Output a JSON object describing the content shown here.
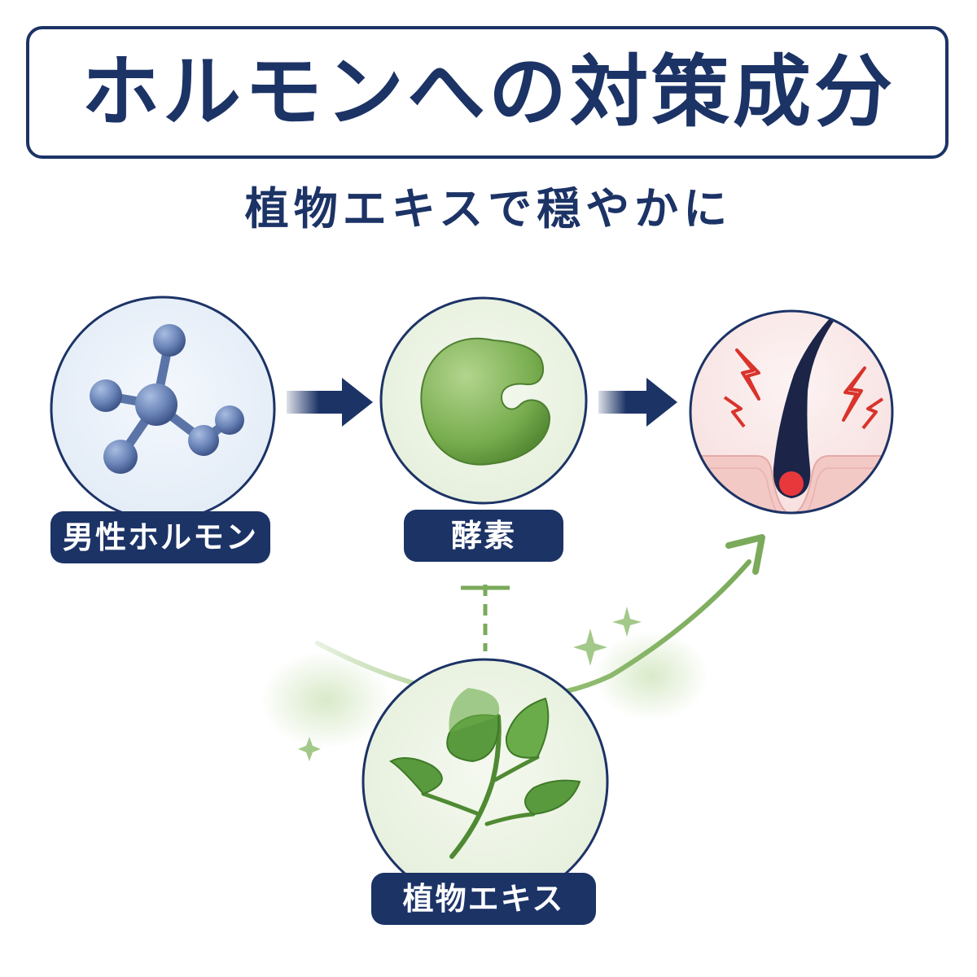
{
  "title": "ホルモンへの対策成分",
  "subtitle": "植物エキスで穏やかに",
  "nodes": {
    "hormone": {
      "label": "男性ホルモン",
      "icon": "molecule-icon"
    },
    "enzyme": {
      "label": "酵素",
      "icon": "enzyme-icon"
    },
    "hair": {
      "icon": "hair-follicle-icon"
    },
    "plant": {
      "label": "植物エキス",
      "icon": "leaf-icon"
    }
  },
  "colors": {
    "navy": "#1c3366",
    "green": "#7aaa5a",
    "leaf": "#5a9a3e",
    "alert_red": "#d9332b",
    "skin": "#f3c9c6"
  }
}
